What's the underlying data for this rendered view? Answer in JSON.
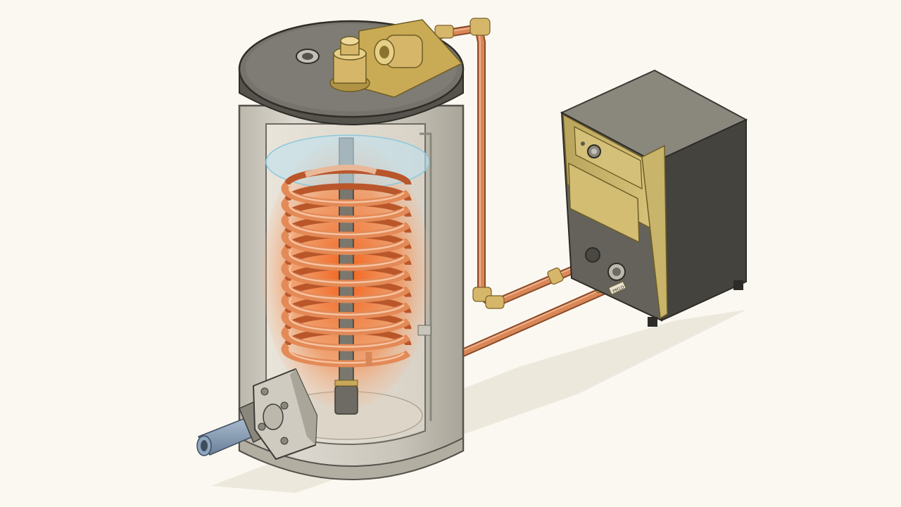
{
  "diagram": {
    "components": [
      {
        "id": "storage-tank",
        "icon": "cylinder-tank-icon"
      },
      {
        "id": "heating-coil",
        "icon": "helix-coil-icon"
      },
      {
        "id": "boiler",
        "icon": "boiler-box-icon"
      },
      {
        "id": "flow-pipe",
        "icon": "copper-pipe-icon"
      },
      {
        "id": "return-pipe",
        "icon": "copper-pipe-icon"
      },
      {
        "id": "cold-inlet",
        "icon": "flange-pipe-icon"
      }
    ],
    "boiler_label": "PM1D",
    "colors": {
      "background": "#fbf8f1",
      "tank_shell": "#cfcbc0",
      "tank_lid": "#6d6b63",
      "copper": "#cf7a48",
      "brass": "#c9a85a",
      "glow": "#f0561a",
      "boiler_front": "#c9b46a",
      "boiler_body": "#5f5c54",
      "inlet_pipe": "#7f95ae"
    },
    "coil_turns": 11
  }
}
